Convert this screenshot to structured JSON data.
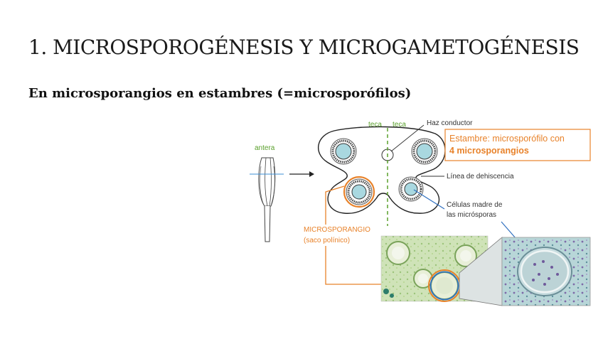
{
  "slide": {
    "title": "1. MICROSPOROGÉNESIS Y MICROGAMETOGÉNESIS",
    "subtitle": "En microsporangios en estambres (=microsporófilos)"
  },
  "figure": {
    "antera_label": "antera",
    "teca_left": "teca",
    "teca_right": "teca",
    "haz_conductor": "Haz conductor",
    "estambre_line1": "Estambre: microsporófilo con",
    "estambre_line2": "4 microsporangios",
    "linea_dehiscencia": "Línea de dehiscencia",
    "celulas_madre_line1": "Células madre de",
    "celulas_madre_line2": "las micrósporas",
    "microsporangio_line1": "MICROSPORANGIO",
    "microsporangio_line2": "(saco polínico)"
  },
  "colors": {
    "orange": "#e8822a",
    "green": "#5aa02c",
    "blue": "#3070c0",
    "cell_fill": "#a9d8e0"
  }
}
